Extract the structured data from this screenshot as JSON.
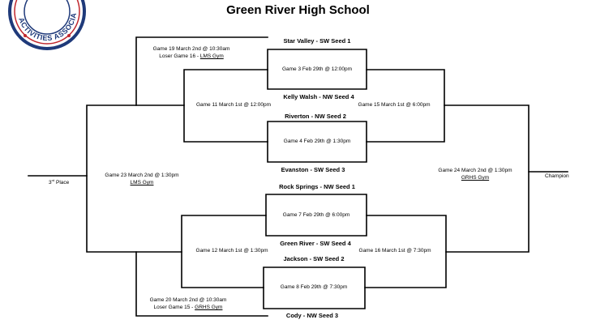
{
  "header": {
    "title": "Green River High School",
    "logo_text": "ACTIVITIES ASSOCIA"
  },
  "teams": {
    "star_valley": "Star Valley - SW Seed 1",
    "kelly_walsh": "Kelly Walsh - NW Seed 4",
    "riverton": "Riverton - NW Seed 2",
    "evanston": "Evanston - SW Seed 3",
    "rock_springs": "Rock Springs - NW Seed 1",
    "green_river": "Green River - SW Seed 4",
    "jackson": "Jackson - SW Seed 2",
    "cody": "Cody - NW Seed 3"
  },
  "games": {
    "g3": "Game 3 Feb 29th @ 12:00pm",
    "g4": "Game 4 Feb 29th @ 1:30pm",
    "g7": "Game 7 Feb 29th @ 6:00pm",
    "g8": "Game 8 Feb 29th @ 7:30pm",
    "g11": "Game 11 March 1st @ 12:00pm",
    "g12": "Game 12 March 1st @ 1:30pm",
    "g15": "Game 15 March 1st @ 6:00pm",
    "g16": "Game 16 March 1st @ 7:30pm",
    "g19": "Game 19 March 2nd @ 10:30am",
    "g19_loser_prefix": "Loser Game 16 - ",
    "g19_venue": "LMS Gym",
    "g20": "Game 20 March 2nd @ 10:30am",
    "g20_loser_prefix": "Loser Game 15 - ",
    "g20_venue": "GRHS Gym",
    "g23": "Game 23 March 2nd @ 1:30pm",
    "g23_venue": "LMS Gym",
    "g24": "Game 24 March 2nd @ 1:30pm",
    "g24_venue": "GRHS Gym"
  },
  "places": {
    "third_num": "3",
    "third_sup": "rd",
    "third_word": " Place",
    "champion": "Champion"
  },
  "colors": {
    "line": "#000000",
    "logo_ring": "#1f3a7a",
    "logo_red": "#c0272d"
  }
}
